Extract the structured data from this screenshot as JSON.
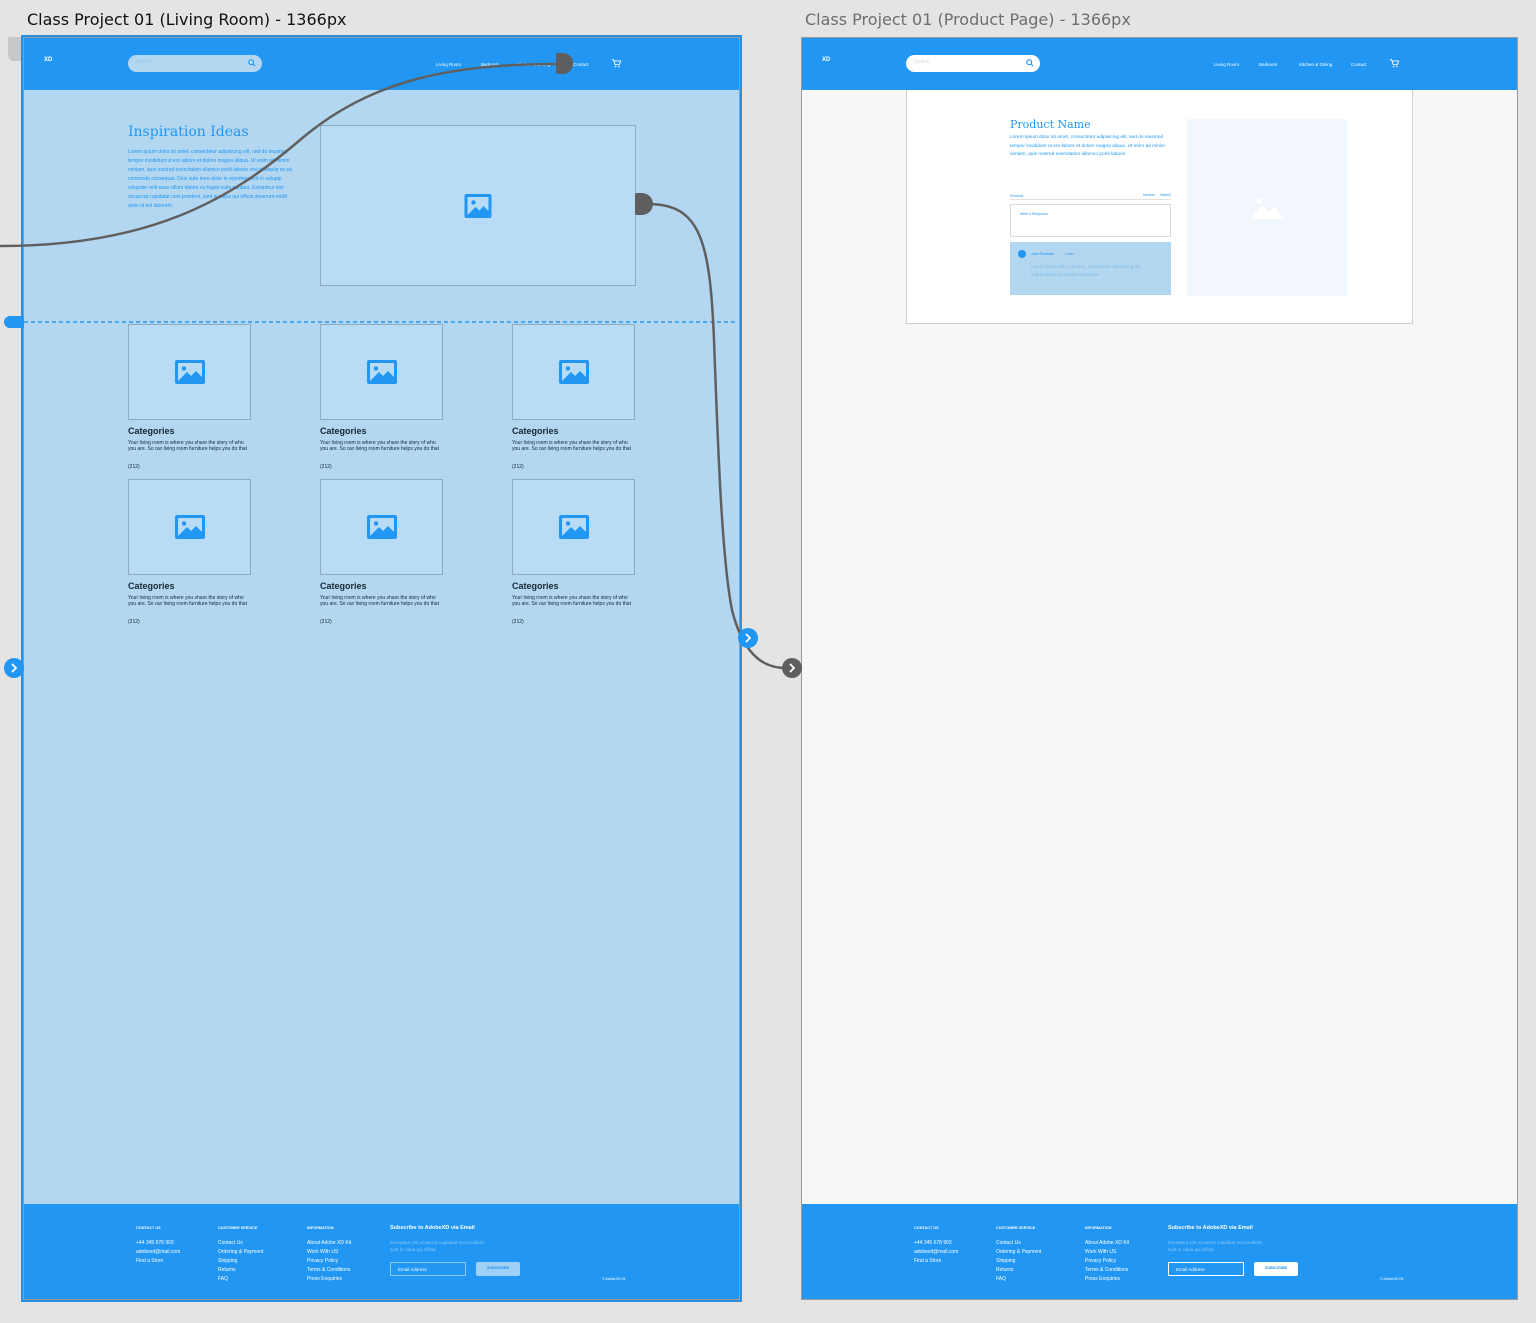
{
  "artboards": {
    "left": {
      "title": "Class Project 01 (Living Room) - 1366px",
      "nav": {
        "logo": "XD",
        "search_placeholder": "Search",
        "links": [
          "Living Room",
          "Bedroom",
          "Kitchen & Dining",
          "Contact"
        ],
        "cart_icon": "cart-icon"
      },
      "hero": {
        "title": "Inspiration Ideas",
        "body": "Lorem ipsum dolor sit amet, consectetur adipisicing elit, sed do eiusmod tempor incididunt ut ero labore et dolore magna aliqua. Ut enim ad minim veniam, quis nostrud exercitation ullamco poriti laboris nisi ut aliquip ex ea commodo consequat. Duis aute irure dolor in reprehenderit in uoluptp volupate velit esse cillum dolore eu fugiat nulla pariatur. Excepteur sint occaecat cupidatat noni proident, sunt in culpa qui officia deserunt mollit anim id est laborum."
      },
      "categories": [
        {
          "title": "Categories",
          "desc": "Your living room is where you share the story of who you are. So our living room furniture helps you do that",
          "count": "(212)"
        },
        {
          "title": "Categories",
          "desc": "Your living room is where you share the story of who you are. So our living room furniture helps you do that",
          "count": "(212)"
        },
        {
          "title": "Categories",
          "desc": "Your living room is where you share the story of who you are. So our living room furniture helps you do that",
          "count": "(212)"
        },
        {
          "title": "Categories",
          "desc": "Your living room is where you share the story of who you are. So our living room furniture helps you do that",
          "count": "(212)"
        },
        {
          "title": "Categories",
          "desc": "Your living room is where you share the story of who you are. So our living room furniture helps you do that",
          "count": "(212)"
        },
        {
          "title": "Categories",
          "desc": "Your living room is where you share the story of who you are. So our living room furniture helps you do that",
          "count": "(212)"
        }
      ],
      "footer": {
        "contact": {
          "heading": "CONTACT US",
          "items": [
            "+44 345 678 903",
            "adobexd@mail.com",
            "Find a Store"
          ]
        },
        "service": {
          "heading": "CUSTOMER SERVICE",
          "items": [
            "Contact Us",
            "Ordering & Payment",
            "Shipping",
            "Returns",
            "FAQ"
          ]
        },
        "info": {
          "heading": "INFORMATION",
          "items": [
            "About Adobe XD Kit",
            "Work With US",
            "Privacy Policy",
            "Terms & Conditions",
            "Press Enquiries"
          ]
        },
        "subscribe": {
          "heading": "Subscribe to AdobeXD via Email",
          "text": "Excepteur sint occaecat cupidatat non proident, sunt in culpa qui officia",
          "email_placeholder": "Email Address",
          "button": "SUBSCRIBE"
        },
        "copyright": "© AdobeXD Kit"
      }
    },
    "right": {
      "title": "Class Project 01 (Product Page) - 1366px",
      "nav": {
        "logo": "XD",
        "search_placeholder": "Search",
        "links": [
          "Living Room",
          "Bedroom",
          "Kitchen & Dining",
          "Contact"
        ],
        "cart_icon": "cart-icon"
      },
      "product": {
        "title": "Product Name",
        "body": "Lorem ipsum dolor sit amet, consectetur adipisicing elit, sed do eiusmod tempor incididunt ut ero labore et dolore magna aliqua. Ut enim ad minim veniam, quis nostrud exercitation ullamco poriti laboris",
        "reviews_label": "Reviews",
        "reviews_tabs": [
          "Newest",
          "Helpful"
        ],
        "comment_placeholder": "Write a Response",
        "review_author": "Jane Reviewer",
        "review_time": "1 min",
        "review_text": "Lorem ipsum dolor sit amet, consectetur adipisicing elit, sed do eiusmod tempor incididunt"
      },
      "footer": {
        "contact": {
          "heading": "CONTACT US",
          "items": [
            "+44 345 678 903",
            "adobexd@mail.com",
            "Find a Store"
          ]
        },
        "service": {
          "heading": "CUSTOMER SERVICE",
          "items": [
            "Contact Us",
            "Ordering & Payment",
            "Shipping",
            "Returns",
            "FAQ"
          ]
        },
        "info": {
          "heading": "INFORMATION",
          "items": [
            "About Adobe XD Kit",
            "Work With US",
            "Privacy Policy",
            "Terms & Conditions",
            "Press Enquiries"
          ]
        },
        "subscribe": {
          "heading": "Subscribe to AdobeXD via Email",
          "text": "Excepteur sint occaecat cupidatat non proident, sunt in culpa qui officia",
          "email_placeholder": "Email Address",
          "button": "SUBSCRIBE"
        },
        "copyright": "© AdobeXD Kit"
      }
    }
  },
  "colors": {
    "canvas": "#e4e4e4",
    "brand_blue": "#2196f3",
    "left_board_bg": "#b3d7f1",
    "right_board_bg": "#f7f7f7",
    "wire": "#5f5f5f"
  }
}
